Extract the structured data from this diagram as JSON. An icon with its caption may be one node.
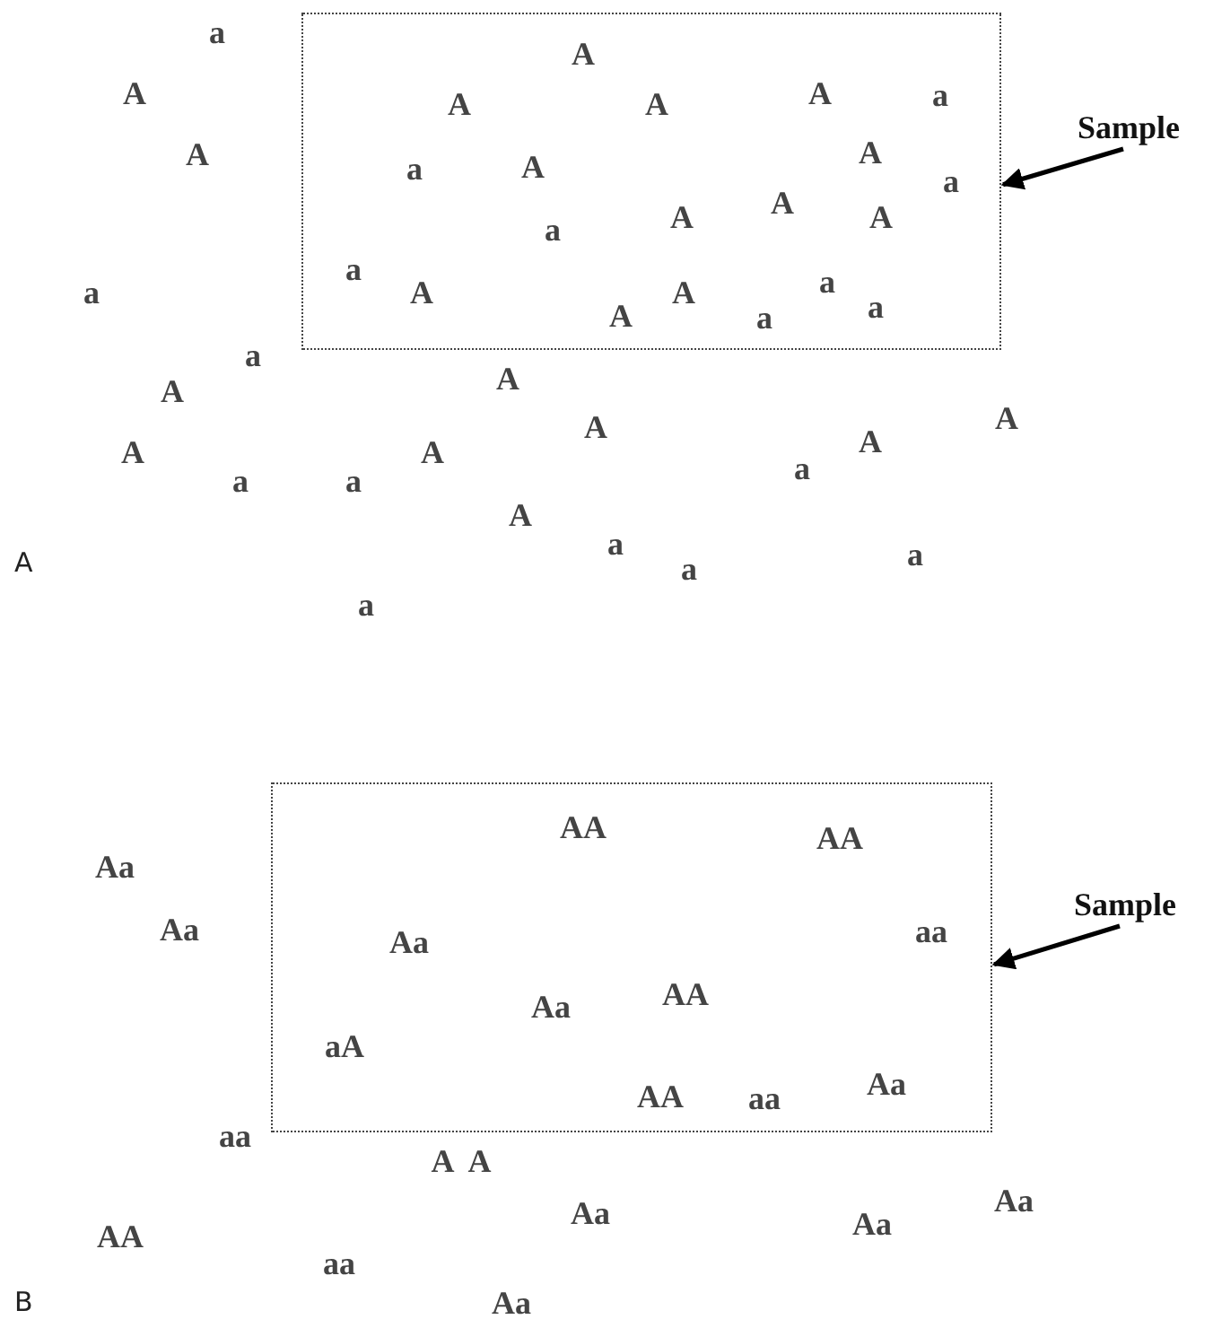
{
  "diagram": {
    "nodes": [
      {
        "text": [],
        "shape": "box"
      },
      {
        "text": [
          "Sample"
        ]
      },
      {
        "text": [],
        "shape": "box"
      },
      {
        "text": [
          "Sample"
        ]
      }
    ],
    "edges": [
      {
        "from": 1,
        "to": 0,
        "arrow": "to"
      },
      {
        "from": 3,
        "to": 2,
        "arrow": "to"
      }
    ],
    "labels": [
      "a",
      "A",
      "A",
      "A",
      "A",
      "A",
      "a",
      "A",
      "a",
      "A",
      "A",
      "a",
      "a",
      "A",
      "A",
      "A",
      "a",
      "a",
      "A",
      "A",
      "A",
      "a",
      "a",
      "a",
      "A",
      "a",
      "A",
      "A",
      "A",
      "A",
      "A",
      "A",
      "a",
      "a",
      "a",
      "A",
      "A",
      "a",
      "a",
      "a",
      "a",
      "AA",
      "AA",
      "Aa",
      "Aa",
      "Aa",
      "aa",
      "Aa",
      "AA",
      "aA",
      "AA",
      "aa",
      "Aa",
      "aa",
      "A A",
      "AA",
      "Aa",
      "Aa",
      "Aa",
      "aa",
      "B",
      "Aa"
    ]
  }
}
